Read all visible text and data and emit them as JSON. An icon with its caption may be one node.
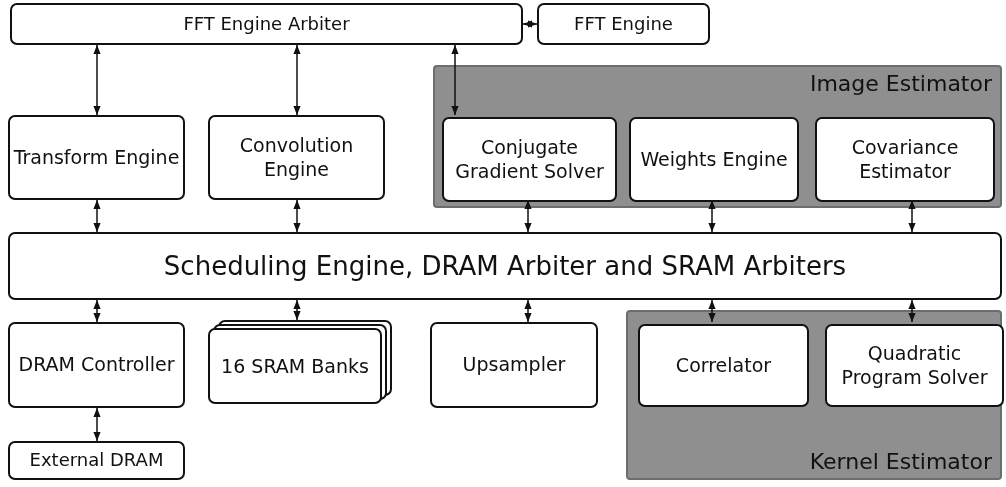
{
  "diagram": {
    "nodes": [
      {
        "text": [
          "FFT Engine Arbiter"
        ]
      },
      {
        "text": [
          "FFT Engine"
        ]
      },
      {
        "text": [
          "Image Estimator"
        ]
      },
      {
        "text": [
          "Transform Engine"
        ]
      },
      {
        "text": [
          "Convolution Engine"
        ]
      },
      {
        "text": [
          "Conjugate Gradient Solver"
        ],
        "in": 2
      },
      {
        "text": [
          "Weights Engine"
        ],
        "in": 2
      },
      {
        "text": [
          "Covariance Estimator"
        ],
        "in": 2
      },
      {
        "text": [
          "Scheduling Engine, DRAM Arbiter and SRAM Arbiters"
        ]
      },
      {
        "text": [
          "DRAM Controller"
        ]
      },
      {
        "text": [
          "16 SRAM Banks"
        ]
      },
      {
        "text": [
          "Upsampler"
        ]
      },
      {
        "text": [
          "Kernel Estimator"
        ]
      },
      {
        "text": [
          "Correlator"
        ],
        "in": 12
      },
      {
        "text": [
          "Quadratic Program Solver"
        ],
        "in": 12
      },
      {
        "text": [
          "External DRAM"
        ]
      }
    ],
    "edges": [
      {
        "from": 0,
        "to": 1,
        "arrow": "both"
      },
      {
        "from": 0,
        "to": 3,
        "arrow": "both"
      },
      {
        "from": 0,
        "to": 4,
        "arrow": "both"
      },
      {
        "from": 0,
        "to": 5,
        "arrow": "both"
      },
      {
        "from": 3,
        "to": 8,
        "arrow": "both"
      },
      {
        "from": 4,
        "to": 8,
        "arrow": "both"
      },
      {
        "from": 5,
        "to": 8,
        "arrow": "both"
      },
      {
        "from": 6,
        "to": 8,
        "arrow": "both"
      },
      {
        "from": 7,
        "to": 8,
        "arrow": "both"
      },
      {
        "from": 8,
        "to": 9,
        "arrow": "both"
      },
      {
        "from": 8,
        "to": 10,
        "arrow": "both"
      },
      {
        "from": 8,
        "to": 11,
        "arrow": "both"
      },
      {
        "from": 8,
        "to": 13,
        "arrow": "both"
      },
      {
        "from": 8,
        "to": 14,
        "arrow": "both"
      },
      {
        "from": 9,
        "to": 15,
        "arrow": "both"
      }
    ]
  }
}
